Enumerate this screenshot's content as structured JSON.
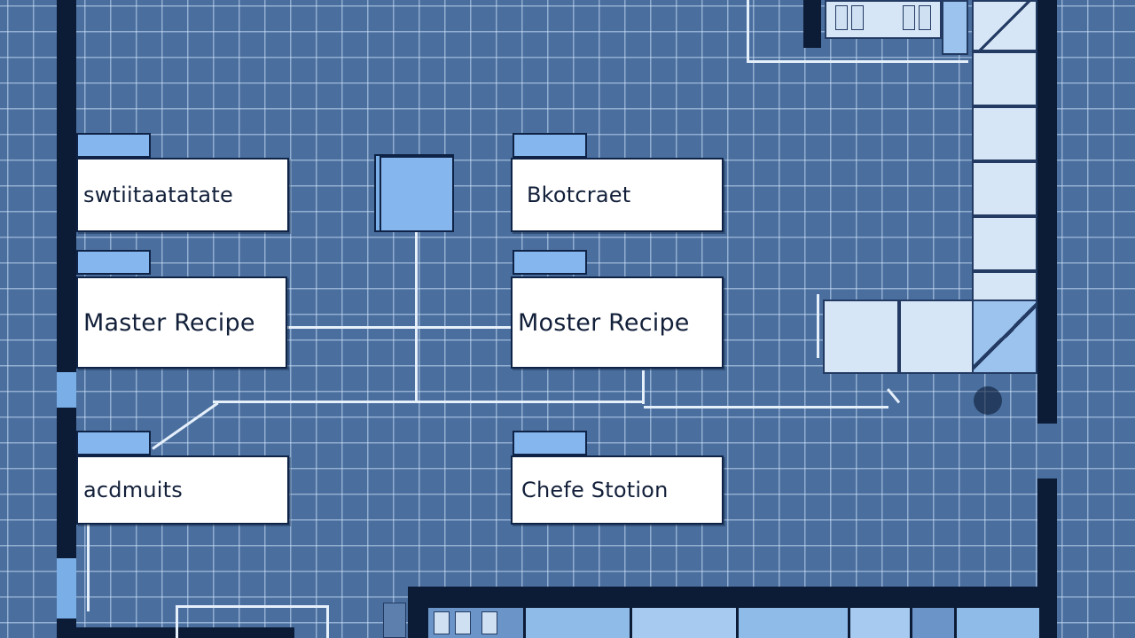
{
  "diagram": {
    "cards": [
      {
        "id": "card-top-left",
        "label": "swtiitaatatate"
      },
      {
        "id": "card-top-right",
        "label": "Bkotcraet"
      },
      {
        "id": "card-mid-left",
        "label": "Master Recipe"
      },
      {
        "id": "card-mid-right",
        "label": "Moster Recipe"
      },
      {
        "id": "card-bottom-left",
        "label": "acdmuits"
      },
      {
        "id": "card-bottom-right",
        "label": "Chefe Stotion"
      }
    ]
  },
  "colors": {
    "background": "#4a6e9e",
    "grid_line": "#cde1fa",
    "wall": "#0c1b36",
    "tab": "#86b6ee",
    "card": "#ffffff",
    "connector": "#e6f0fb"
  }
}
